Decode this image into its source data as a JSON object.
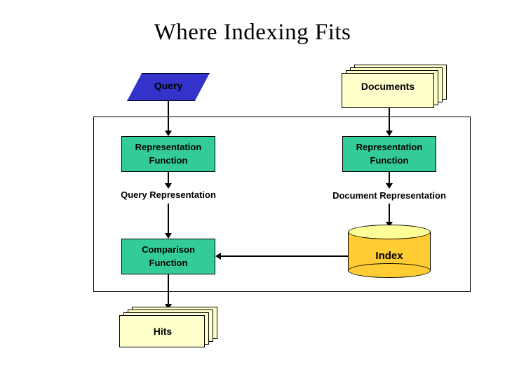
{
  "slide": {
    "title": "Where Indexing Fits"
  },
  "nodes": {
    "query": {
      "label": "Query",
      "shape": "parallelogram",
      "color": "#3333cc"
    },
    "documents": {
      "label": "Documents",
      "shape": "document-stack",
      "color": "#ffffcc"
    },
    "query_representation_function": {
      "label": "Representation\nFunction",
      "line1": "Representation",
      "line2": "Function",
      "shape": "process",
      "color": "#33cc99"
    },
    "document_representation_function": {
      "label": "Representation\nFunction",
      "line1": "Representation",
      "line2": "Function",
      "shape": "process",
      "color": "#33cc99"
    },
    "query_representation": {
      "label": "Query Representation"
    },
    "document_representation": {
      "label": "Document Representation"
    },
    "comparison_function": {
      "line1": "Comparison",
      "line2": "Function",
      "shape": "process",
      "color": "#33cc99"
    },
    "index": {
      "label": "Index",
      "shape": "cylinder",
      "color": "#ffcc33"
    },
    "hits": {
      "label": "Hits",
      "shape": "document-stack",
      "color": "#ffffcc"
    }
  },
  "container": {
    "name": "indexing-system-boundary",
    "border_color": "#000000"
  }
}
